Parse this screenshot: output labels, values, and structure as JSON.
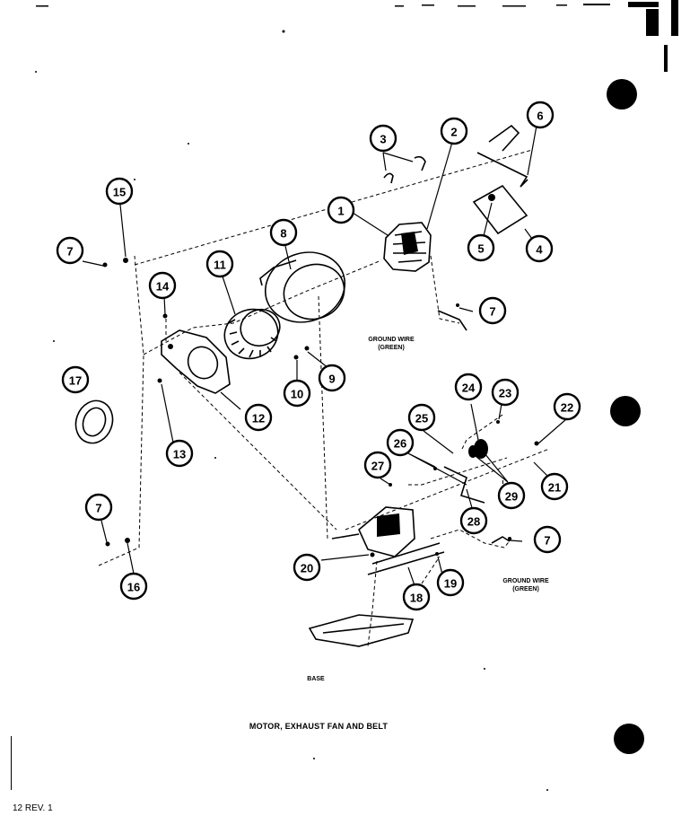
{
  "diagram": {
    "title": "MOTOR, EXHAUST FAN AND BELT",
    "page_number": "12 REV. 1",
    "labels": {
      "ground_wire_upper_1": "GROUND WIRE",
      "ground_wire_upper_2": "(GREEN)",
      "ground_wire_lower_1": "GROUND WIRE",
      "ground_wire_lower_2": "(GREEN)",
      "base": "BASE"
    },
    "callouts": [
      {
        "id": "c1",
        "number": "1"
      },
      {
        "id": "c2",
        "number": "2"
      },
      {
        "id": "c3",
        "number": "3"
      },
      {
        "id": "c4",
        "number": "4"
      },
      {
        "id": "c5",
        "number": "5"
      },
      {
        "id": "c6",
        "number": "6"
      },
      {
        "id": "c7a",
        "number": "7"
      },
      {
        "id": "c7b",
        "number": "7"
      },
      {
        "id": "c7c",
        "number": "7"
      },
      {
        "id": "c7d",
        "number": "7"
      },
      {
        "id": "c8",
        "number": "8"
      },
      {
        "id": "c9",
        "number": "9"
      },
      {
        "id": "c10",
        "number": "10"
      },
      {
        "id": "c11",
        "number": "11"
      },
      {
        "id": "c12",
        "number": "12"
      },
      {
        "id": "c13",
        "number": "13"
      },
      {
        "id": "c14",
        "number": "14"
      },
      {
        "id": "c15",
        "number": "15"
      },
      {
        "id": "c16",
        "number": "16"
      },
      {
        "id": "c17",
        "number": "17"
      },
      {
        "id": "c18",
        "number": "18"
      },
      {
        "id": "c19",
        "number": "19"
      },
      {
        "id": "c20",
        "number": "20"
      },
      {
        "id": "c21",
        "number": "21"
      },
      {
        "id": "c22",
        "number": "22"
      },
      {
        "id": "c23",
        "number": "23"
      },
      {
        "id": "c24",
        "number": "24"
      },
      {
        "id": "c25",
        "number": "25"
      },
      {
        "id": "c26",
        "number": "26"
      },
      {
        "id": "c27",
        "number": "27"
      },
      {
        "id": "c28",
        "number": "28"
      },
      {
        "id": "c29",
        "number": "29"
      }
    ]
  }
}
